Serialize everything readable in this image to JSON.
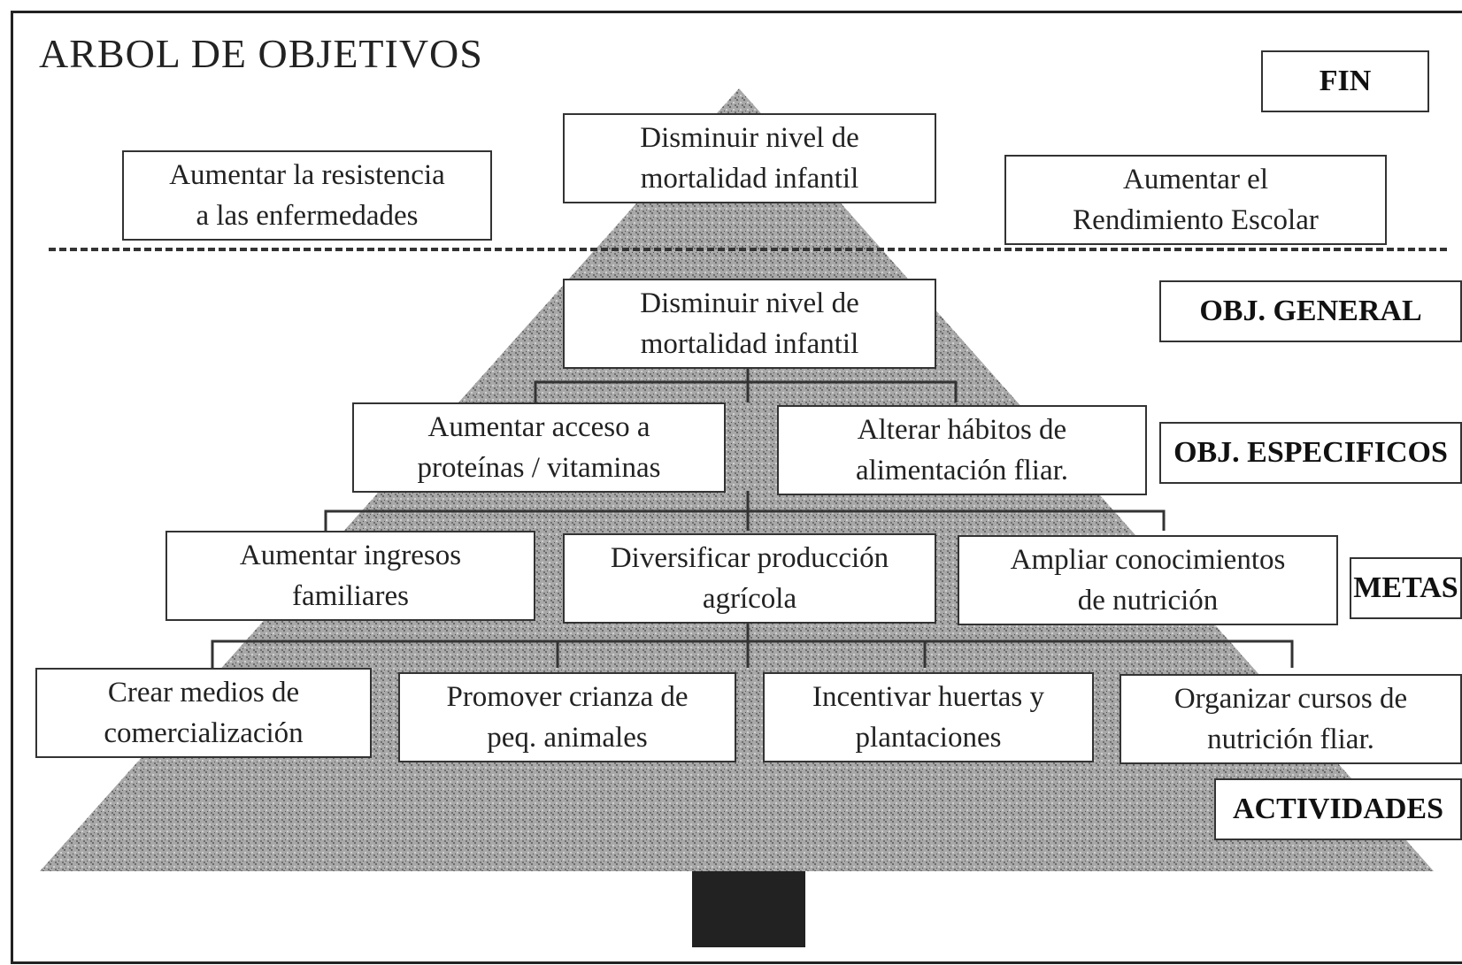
{
  "title": "ARBOL DE OBJETIVOS",
  "levels": {
    "fin": "FIN",
    "obj_general": "OBJ. GENERAL",
    "obj_especificos": "OBJ. ESPECIFICOS",
    "metas": "METAS",
    "actividades": "ACTIVIDADES"
  },
  "fin_boxes": [
    {
      "line1": "Aumentar la resistencia",
      "line2": "a las enfermedades"
    },
    {
      "line1": "Disminuir nivel de",
      "line2": "mortalidad infantil"
    },
    {
      "line1": "Aumentar  el",
      "line2": "Rendimiento Escolar"
    }
  ],
  "general": {
    "line1": "Disminuir nivel de",
    "line2": "mortalidad infantil"
  },
  "especificos": [
    {
      "line1": "Aumentar acceso a",
      "line2": "proteínas / vitaminas"
    },
    {
      "line1": "Alterar hábitos de",
      "line2": "alimentación fliar."
    }
  ],
  "metas": [
    {
      "line1": "Aumentar ingresos",
      "line2": "familiares"
    },
    {
      "line1": "Diversificar producción",
      "line2": "agrícola"
    },
    {
      "line1": "Ampliar conocimientos",
      "line2": "de nutrición"
    }
  ],
  "actividades": [
    {
      "line1": "Crear medios de",
      "line2": "comercialización"
    },
    {
      "line1": "Promover crianza de",
      "line2": "peq. animales"
    },
    {
      "line1": "Incentivar huertas y",
      "line2": "plantaciones"
    },
    {
      "line1": "Organizar cursos de",
      "line2": "nutrición fliar."
    }
  ],
  "colors": {
    "pyramid": "#9a9a9a",
    "pyramid_dark": "#6e6e6e",
    "trunk": "#222222",
    "border": "#333333"
  }
}
